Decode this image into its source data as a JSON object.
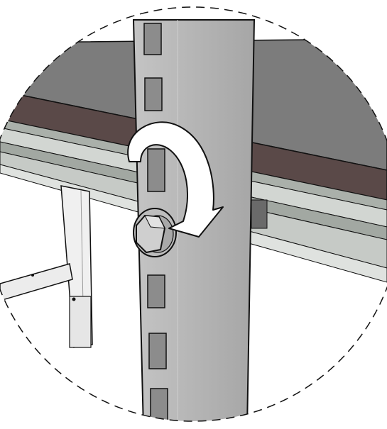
{
  "diagram": {
    "style": "detail-callout",
    "callout_border": "dashed-circle",
    "action": "tighten-bolt-clockwise",
    "colors": {
      "background": "#ffffff",
      "upright": "#b9b9b9",
      "upright_shade": "#a9a9a9",
      "slot": "#8e8e8e",
      "worktop": "#5a4948",
      "top_panel": "#7a7a7a",
      "rail": "#c9cdc9",
      "rail_dark": "#9aa09a",
      "leg": "#eeeeee",
      "bolt": "#c6c6c6",
      "arrow": "#ffffff",
      "outline": "#111111"
    }
  }
}
